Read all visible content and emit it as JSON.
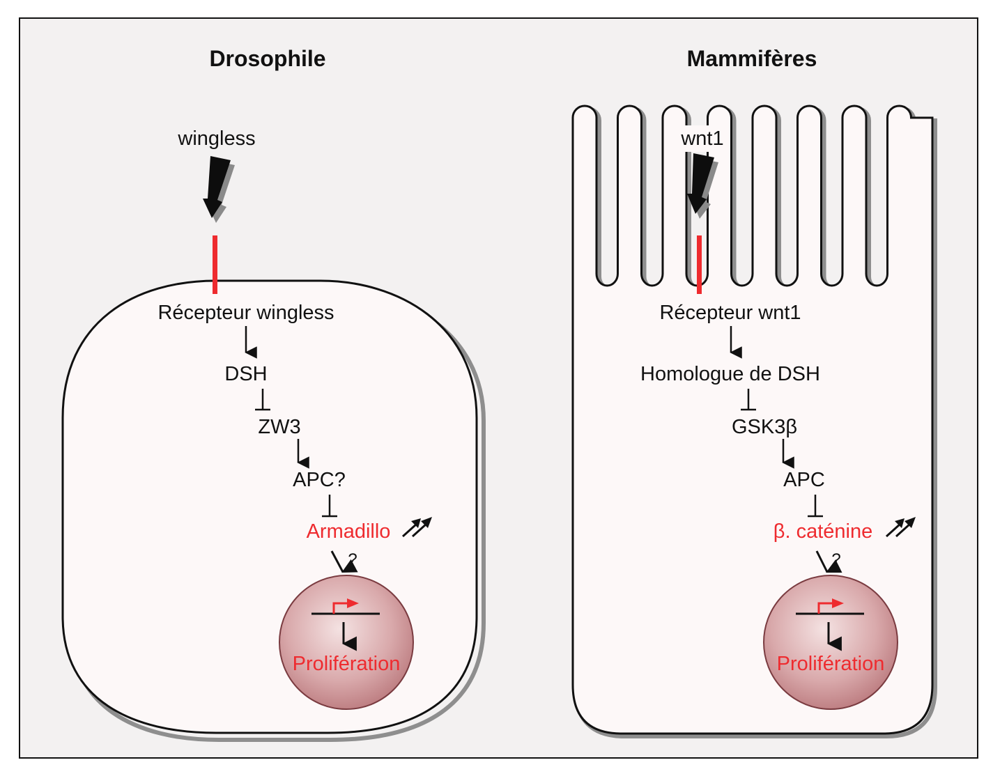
{
  "colors": {
    "frame_bg": "#f3f1f1",
    "cell_fill": "#fdf8f8",
    "stroke": "#111111",
    "accent_red": "#ee2b2f",
    "nucleus_fill": "#d49c9f"
  },
  "panels": [
    {
      "title": "Drosophile",
      "ligand": "wingless",
      "receptor": "Récepteur wingless",
      "cell_shape": "rounded-cell",
      "pathway": [
        {
          "label": "DSH",
          "link_from_prev": "activation"
        },
        {
          "label": "ZW3",
          "link_from_prev": "inhibition"
        },
        {
          "label": "APC?",
          "link_from_prev": "activation"
        },
        {
          "label": "Armadillo",
          "link_from_prev": "inhibition",
          "highlight": true,
          "trend": "increase"
        }
      ],
      "nucleus_link_label": "?",
      "nucleus_output": "Prolifération"
    },
    {
      "title": "Mammifères",
      "ligand": "wnt1",
      "receptor": "Récepteur wnt1",
      "cell_shape": "epithelial-cell-with-microvilli",
      "pathway": [
        {
          "label": "Homologue de DSH",
          "link_from_prev": "activation"
        },
        {
          "label": "GSK3β",
          "link_from_prev": "inhibition"
        },
        {
          "label": "APC",
          "link_from_prev": "activation"
        },
        {
          "label": "β. caténine",
          "link_from_prev": "inhibition",
          "highlight": true,
          "trend": "increase"
        }
      ],
      "nucleus_link_label": "?",
      "nucleus_output": "Prolifération"
    }
  ]
}
